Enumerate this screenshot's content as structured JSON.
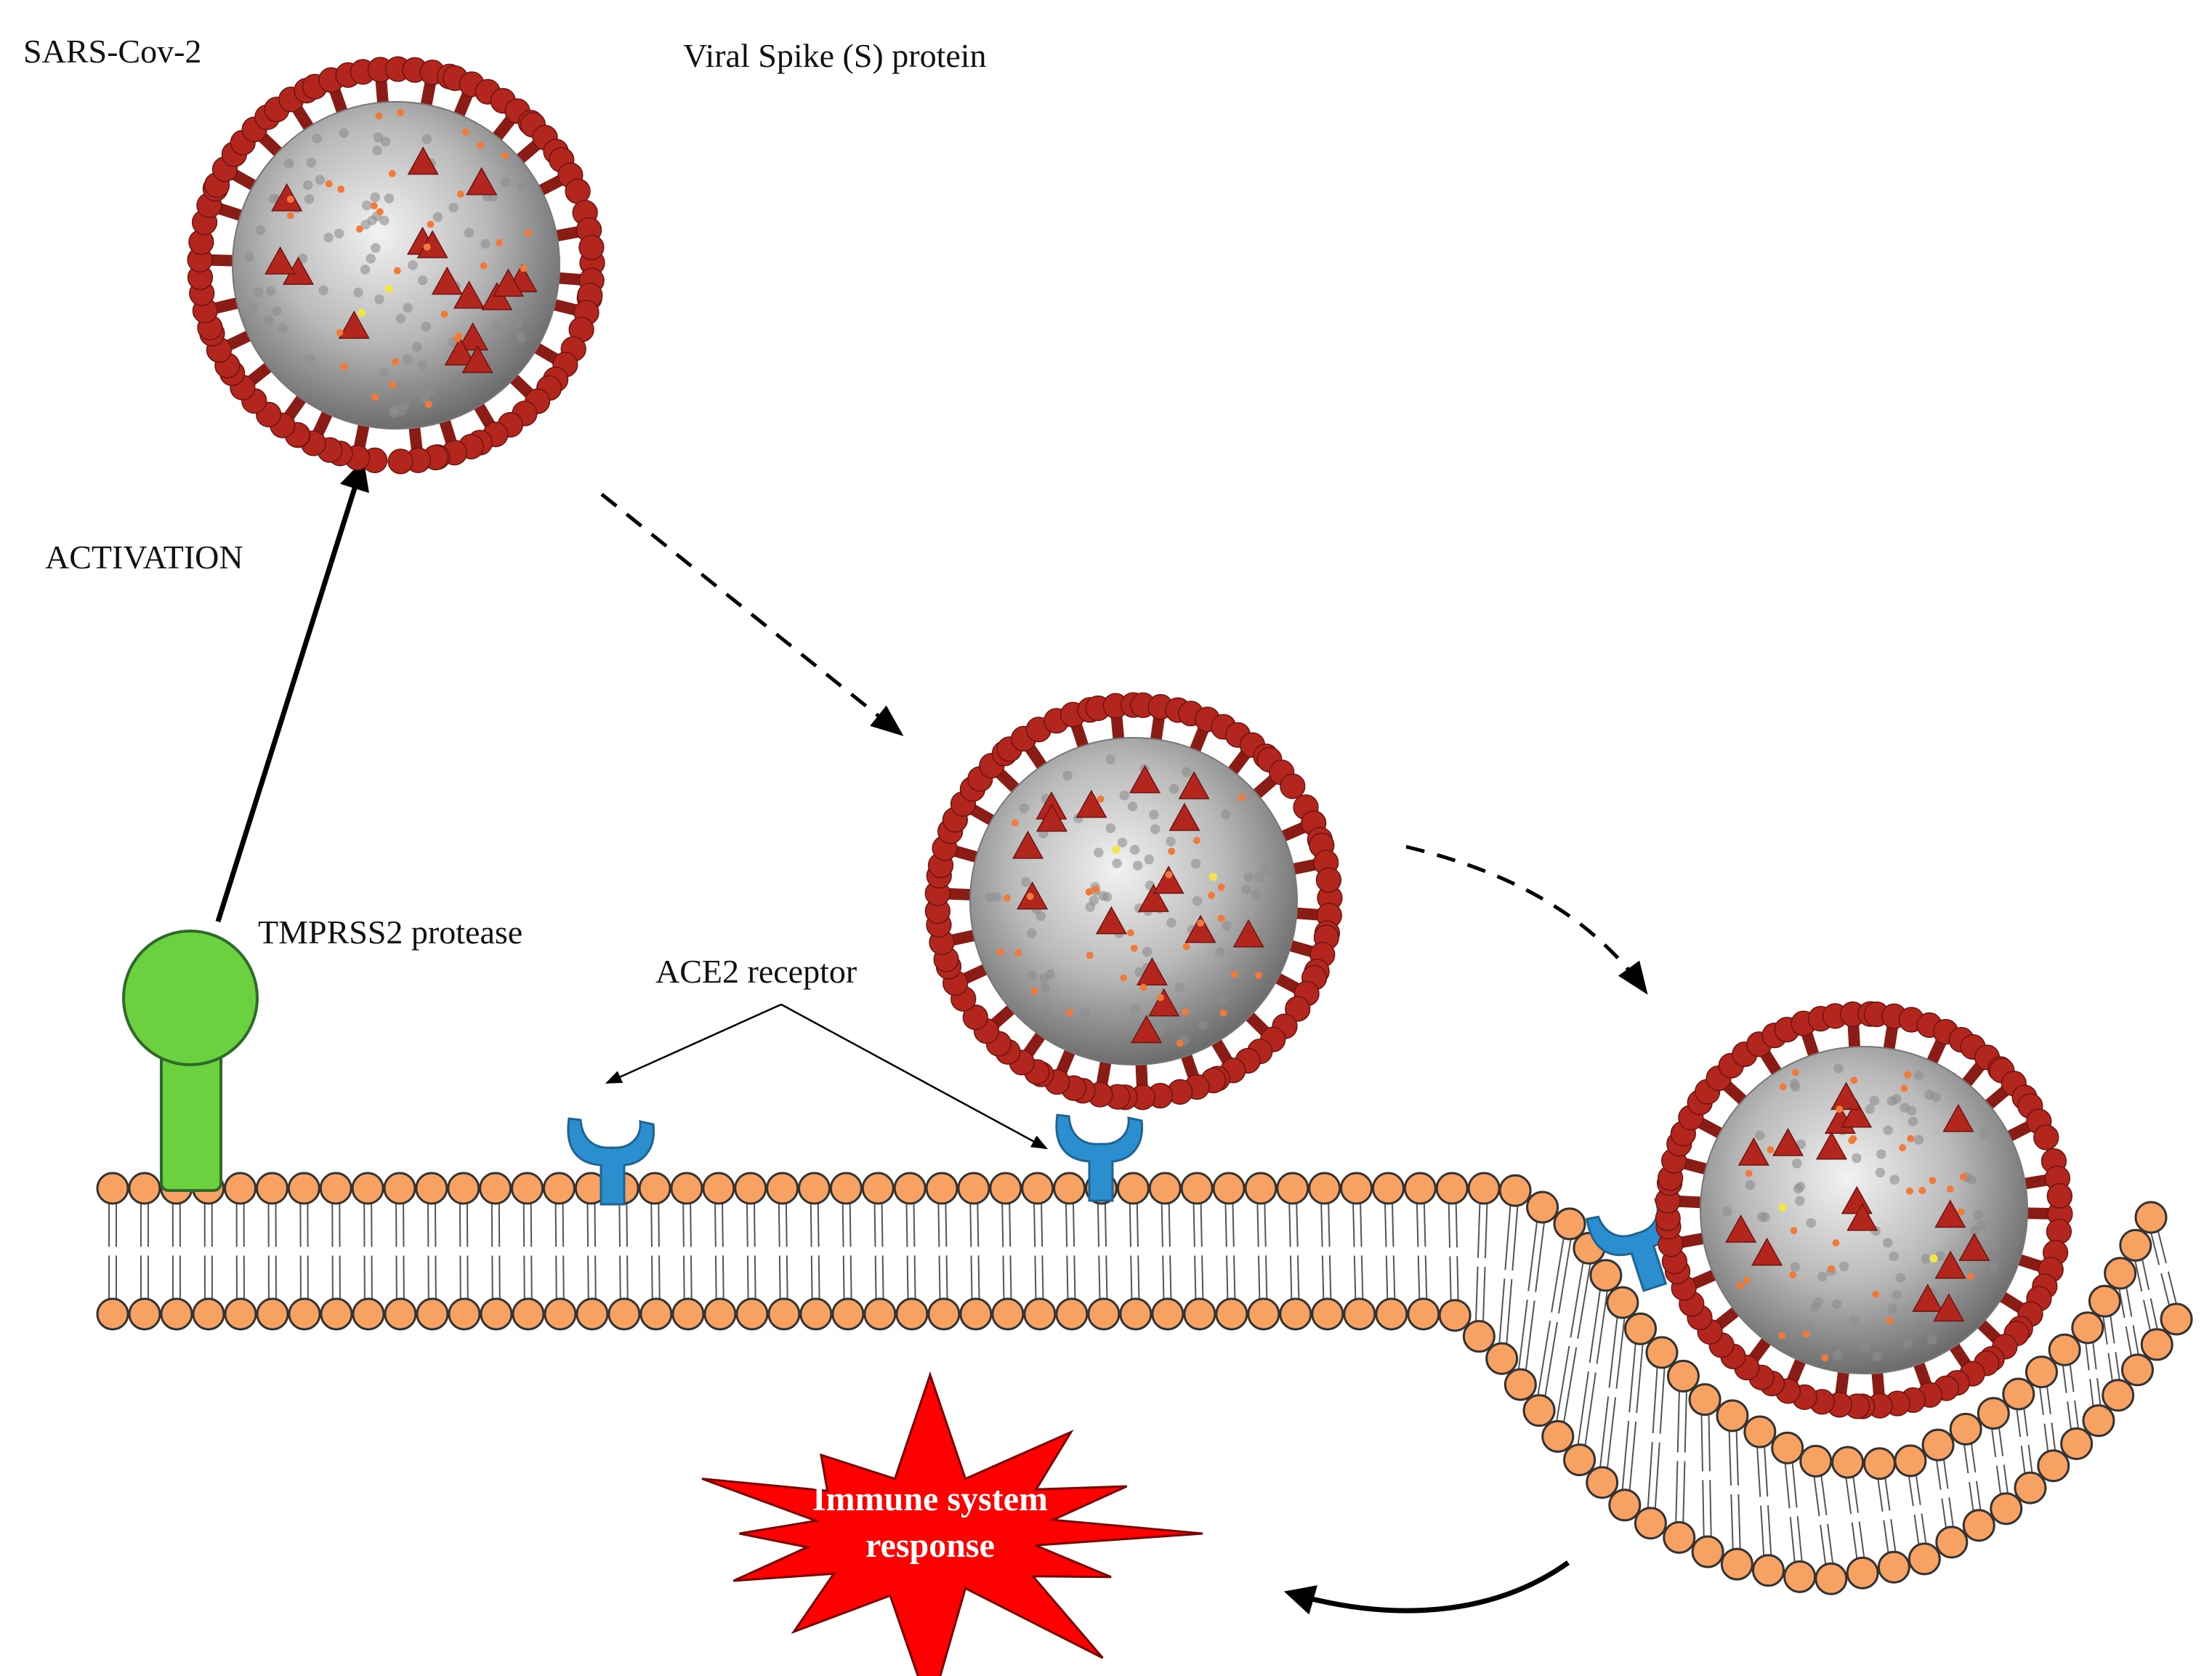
{
  "labels": {
    "virus": "SARS-Cov-2",
    "spike": "Viral Spike (S) protein",
    "activation": "ACTIVATION",
    "tmprss2": "TMPRSS2 protease",
    "ace2": "ACE2 receptor",
    "immune_line1": "Immune system",
    "immune_line2": "response"
  },
  "colors": {
    "lipid_head": "#f7a162",
    "lipid_outline": "#333333",
    "ace2": "#2b8fcf",
    "tmprss2": "#6bd13e",
    "spike": "#b3261e",
    "virus_core": "#bdbdbd",
    "burst": "#ff0000",
    "arrow": "#000000"
  },
  "icons": {
    "virus": "coronavirus-particle-icon",
    "ace2": "y-receptor-icon",
    "tmprss2": "protease-icon",
    "burst": "starburst-icon"
  }
}
